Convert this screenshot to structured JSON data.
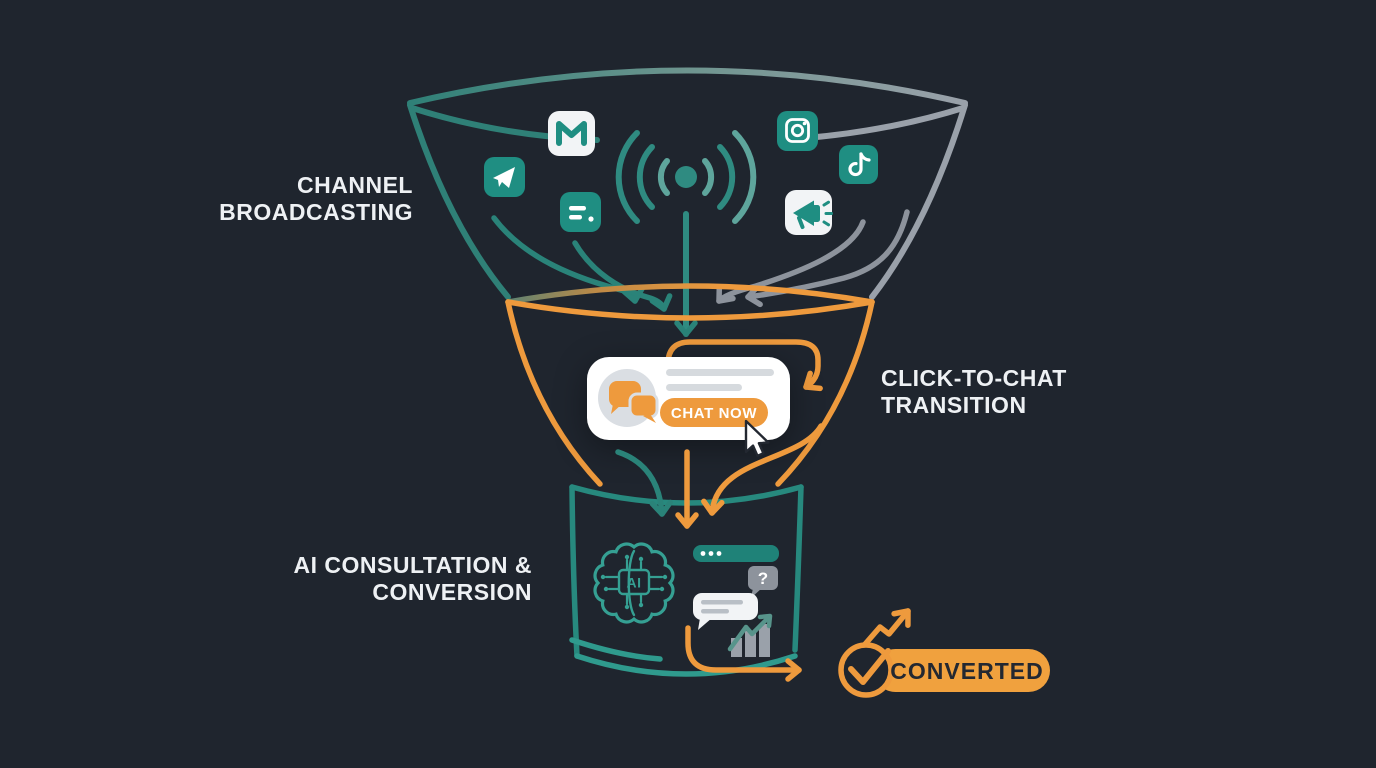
{
  "stage_labels": {
    "broadcasting": {
      "line1": "CHANNEL",
      "line2": "BROADCASTING"
    },
    "click_to_chat": {
      "line1": "CLICK-TO-CHAT",
      "line2": "TRANSITION"
    },
    "ai_consultation": {
      "line1": "AI CONSULTATION &",
      "line2": "CONVERSION"
    }
  },
  "chat_card": {
    "button_label": "CHAT NOW"
  },
  "cup": {
    "ai_label": "AI",
    "question_mark": "?"
  },
  "converted": {
    "label": "CONVERTED"
  },
  "icons": {
    "gmail-icon": "envelope M glyph",
    "telegram-icon": "paper plane",
    "notes-icon": "list lines with dot",
    "broadcast-icon": "radio waves with center dot and antenna",
    "instagram-icon": "camera outline",
    "tiktok-icon": "music note",
    "megaphone-icon": "megaphone with sound ticks",
    "chat-bubbles-icon": "two speech bubbles",
    "cursor-icon": "mouse pointer arrow",
    "ai-brain-icon": "circuit brain with AI label",
    "browser-bar-icon": "window bar with three dots",
    "question-bubble-icon": "speech bubble with question mark",
    "message-bubble-icon": "speech bubble with text lines",
    "bar-chart-icon": "growth bar chart with trend arrow",
    "check-circle-icon": "circled checkmark",
    "growth-arrow-icon": "zigzag up arrow"
  },
  "colors": {
    "background": "#1f252e",
    "teal": "#2a8379",
    "teal_icon": "#1f8e82",
    "teal_light": "#5ea59c",
    "gray": "#8d939c",
    "orange": "#ee9a3d",
    "white": "#ffffff",
    "card_circle_gray": "#dadee3",
    "placeholder_gray": "#d6dade",
    "label_text": "#eef1f4",
    "dark_text": "#232831"
  }
}
